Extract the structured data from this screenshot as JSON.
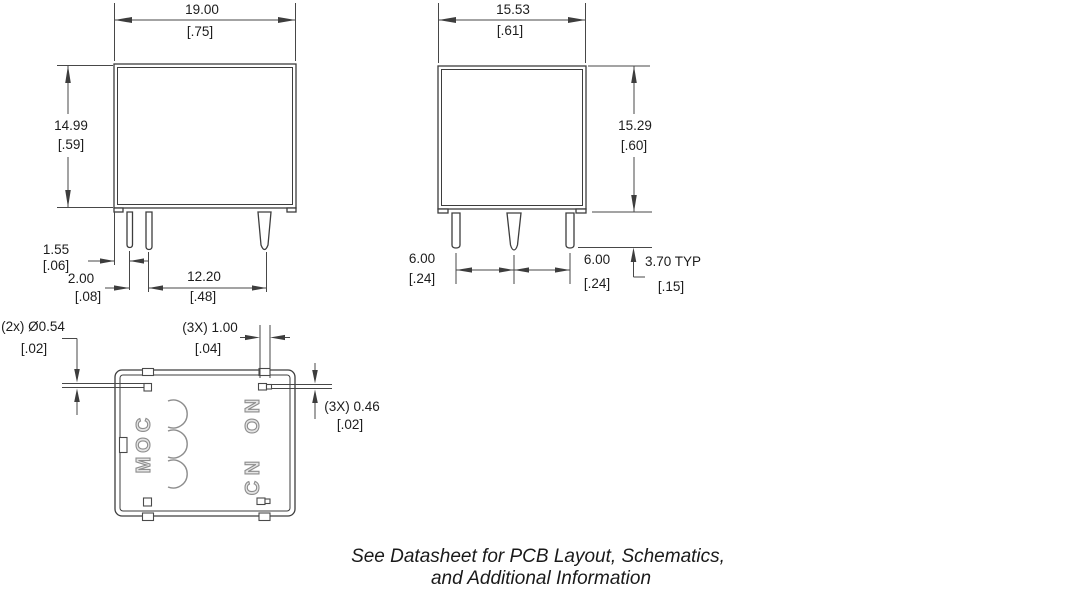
{
  "drawing": {
    "type": "relay mechanical dimension drawing",
    "units": "mm over [inch]"
  },
  "front_view": {
    "width": {
      "mm": "19.00",
      "in": "[.75]"
    },
    "height": {
      "mm": "14.99",
      "in": "[.59]"
    },
    "edge_to_pin": {
      "mm": "1.55",
      "in": "[.06]"
    },
    "coil_pin_pitch": {
      "mm": "2.00",
      "in": "[.08]"
    },
    "pin_span": {
      "mm": "12.20",
      "in": "[.48]"
    }
  },
  "side_view": {
    "width": {
      "mm": "15.53",
      "in": "[.61]"
    },
    "height": {
      "mm": "15.29",
      "in": "[.60]"
    },
    "pin_gap_left": {
      "mm": "6.00",
      "in": "[.24]"
    },
    "pin_gap_right": {
      "mm": "6.00",
      "in": "[.24]"
    },
    "pin_length": {
      "mm": "3.70 TYP",
      "in": "[.15]"
    }
  },
  "bottom_view": {
    "coil_pin_diameter": {
      "mm": "(2x) Ø0.54",
      "in": "[.02]"
    },
    "contact_pin_width": {
      "mm": "(3X) 1.00",
      "in": "[.04]"
    },
    "contact_pin_thickness": {
      "mm": "(3X) 0.46",
      "in": "[.02]"
    },
    "pin_labels": {
      "com": "COM",
      "no": "NO",
      "nc": "NC"
    }
  },
  "note": {
    "line1": "See Datasheet for PCB Layout, Schematics,",
    "line2": "and Additional Information"
  },
  "colors": {
    "line": "#3d3d3d",
    "dimension_line": "#474747",
    "text": "#1c1c1c",
    "engraving": "#8d8d8d",
    "background": "#ffffff"
  }
}
